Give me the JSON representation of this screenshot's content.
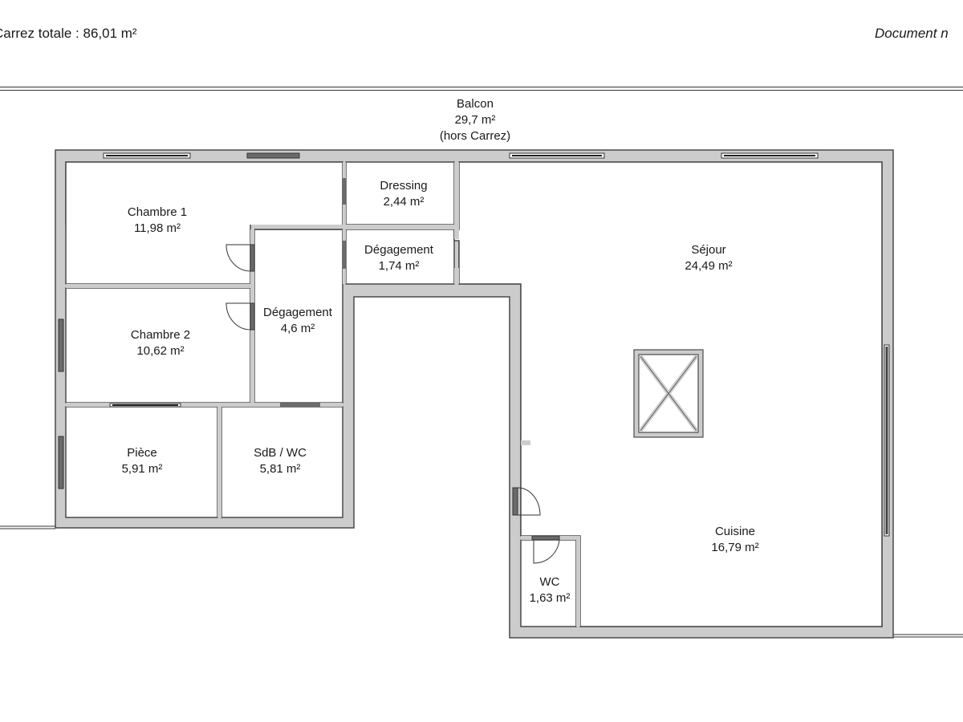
{
  "header": {
    "left_text": "Carrez totale : 86,01 m²",
    "right_text": "Document n"
  },
  "balcony": {
    "name": "Balcon",
    "area": "29,7 m²",
    "note": "(hors Carrez)"
  },
  "rooms": [
    {
      "id": "chambre-1",
      "name": "Chambre 1",
      "area": "11,98 m²"
    },
    {
      "id": "dressing",
      "name": "Dressing",
      "area": "2,44 m²"
    },
    {
      "id": "degagement-small",
      "name": "Dégagement",
      "area": "1,74 m²"
    },
    {
      "id": "sejour",
      "name": "Séjour",
      "area": "24,49 m²"
    },
    {
      "id": "chambre-2",
      "name": "Chambre 2",
      "area": "10,62 m²"
    },
    {
      "id": "degagement-large",
      "name": "Dégagement",
      "area": "4,6 m²"
    },
    {
      "id": "piece",
      "name": "Pièce",
      "area": "5,91 m²"
    },
    {
      "id": "sdb-wc",
      "name": "SdB / WC",
      "area": "5,81 m²"
    },
    {
      "id": "cuisine",
      "name": "Cuisine",
      "area": "16,79 m²"
    },
    {
      "id": "wc",
      "name": "WC",
      "area": "1,63 m²"
    }
  ],
  "colors": {
    "wall_fill": "#cccccc",
    "wall_outline": "#4a4a4a",
    "window_dark": "#6b6b6b",
    "background": "#ffffff",
    "text": "#1a1a1a"
  }
}
